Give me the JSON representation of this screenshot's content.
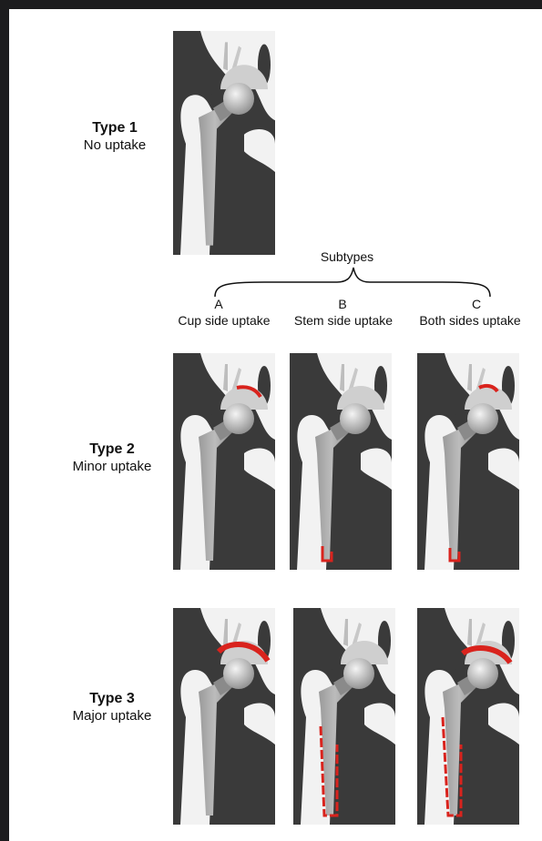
{
  "colors": {
    "bone": "#f2f2f2",
    "shadow": "#3a3a3a",
    "prosthesis": "#a9a9a9",
    "uptake": "#d9231d"
  },
  "subtypes_title": "Subtypes",
  "subtypes": [
    {
      "letter": "A",
      "desc": "Cup side uptake"
    },
    {
      "letter": "B",
      "desc": "Stem side uptake"
    },
    {
      "letter": "C",
      "desc": "Both sides uptake"
    }
  ],
  "types": [
    {
      "title": "Type 1",
      "subtitle": "No uptake"
    },
    {
      "title": "Type 2",
      "subtitle": "Minor uptake"
    },
    {
      "title": "Type 3",
      "subtitle": "Major uptake"
    }
  ]
}
